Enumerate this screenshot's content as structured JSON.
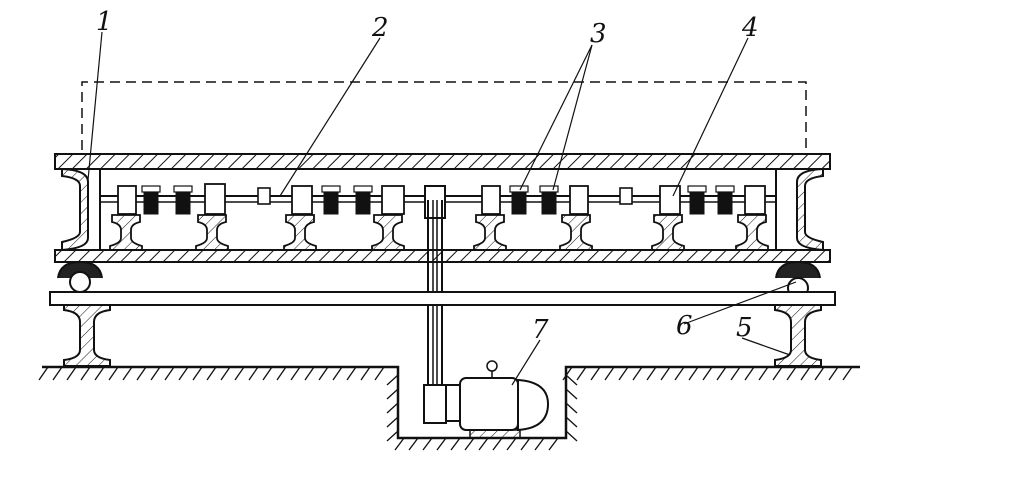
{
  "diagram": {
    "callouts": [
      {
        "id": "1",
        "text": "1"
      },
      {
        "id": "2",
        "text": "2"
      },
      {
        "id": "3",
        "text": "3"
      },
      {
        "id": "4",
        "text": "4"
      },
      {
        "id": "5",
        "text": "5"
      },
      {
        "id": "6",
        "text": "6"
      },
      {
        "id": "7",
        "text": "7"
      }
    ]
  },
  "colors": {
    "ink": "#111111",
    "paper": "#ffffff"
  }
}
